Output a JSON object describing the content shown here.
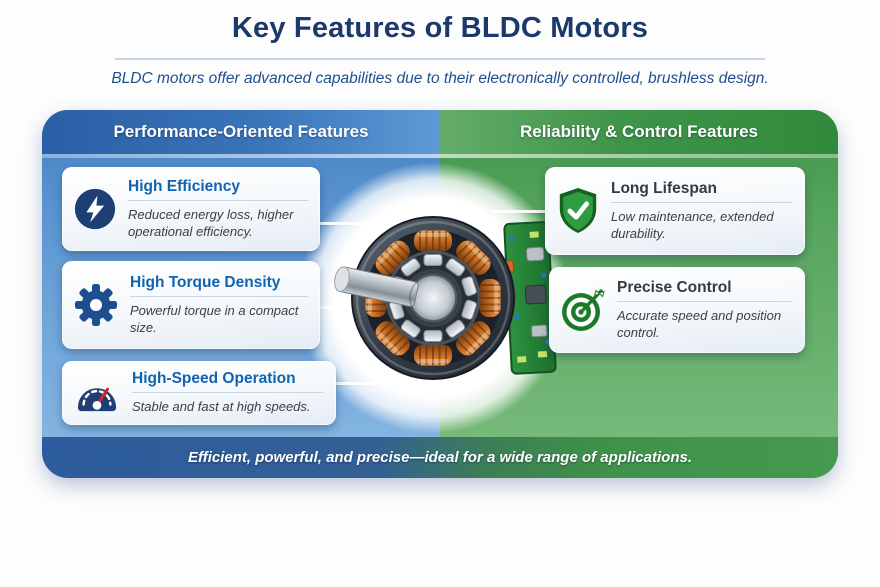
{
  "title": "Key Features of BLDC Motors",
  "subtitle": "BLDC motors offer advanced capabilities due to their electronically controlled, brushless design.",
  "panel": {
    "left": {
      "header": "Performance-Oriented Features",
      "cards": [
        {
          "icon": "lightning-icon",
          "title": "High Efficiency",
          "description": "Reduced energy loss, higher operational efficiency."
        },
        {
          "icon": "gear-icon",
          "title": "High Torque Density",
          "description": "Powerful torque in a compact size."
        },
        {
          "icon": "speedometer-icon",
          "title": "High-Speed Operation",
          "description": "Stable and fast at high speeds."
        }
      ]
    },
    "right": {
      "header": "Reliability & Control Features",
      "cards": [
        {
          "icon": "shield-check-icon",
          "title": "Long Lifespan",
          "description": "Low maintenance, extended durability."
        },
        {
          "icon": "target-icon",
          "title": "Precise Control",
          "description": "Accurate speed and position control."
        }
      ]
    },
    "center_image": "bldc-motor-cutaway",
    "banner": "Efficient, powerful, and precise—ideal for a wide range of applications."
  },
  "colors": {
    "title_navy": "#1b3a6b",
    "subtitle_blue": "#1d4f8f",
    "card_title_blue": "#1263af",
    "card_title_dark": "#363b42",
    "panel_blue": "#5b95d0",
    "panel_green": "#55a45c",
    "header_blue": "#2b5fa5",
    "header_green": "#3f9449",
    "banner_blue": "#2d5c9e",
    "banner_green": "#459a4f",
    "icon_navy": "#1d3f73",
    "icon_green": "#1d7a28",
    "copper": "#c96f24",
    "needle_red": "#d42b20"
  }
}
